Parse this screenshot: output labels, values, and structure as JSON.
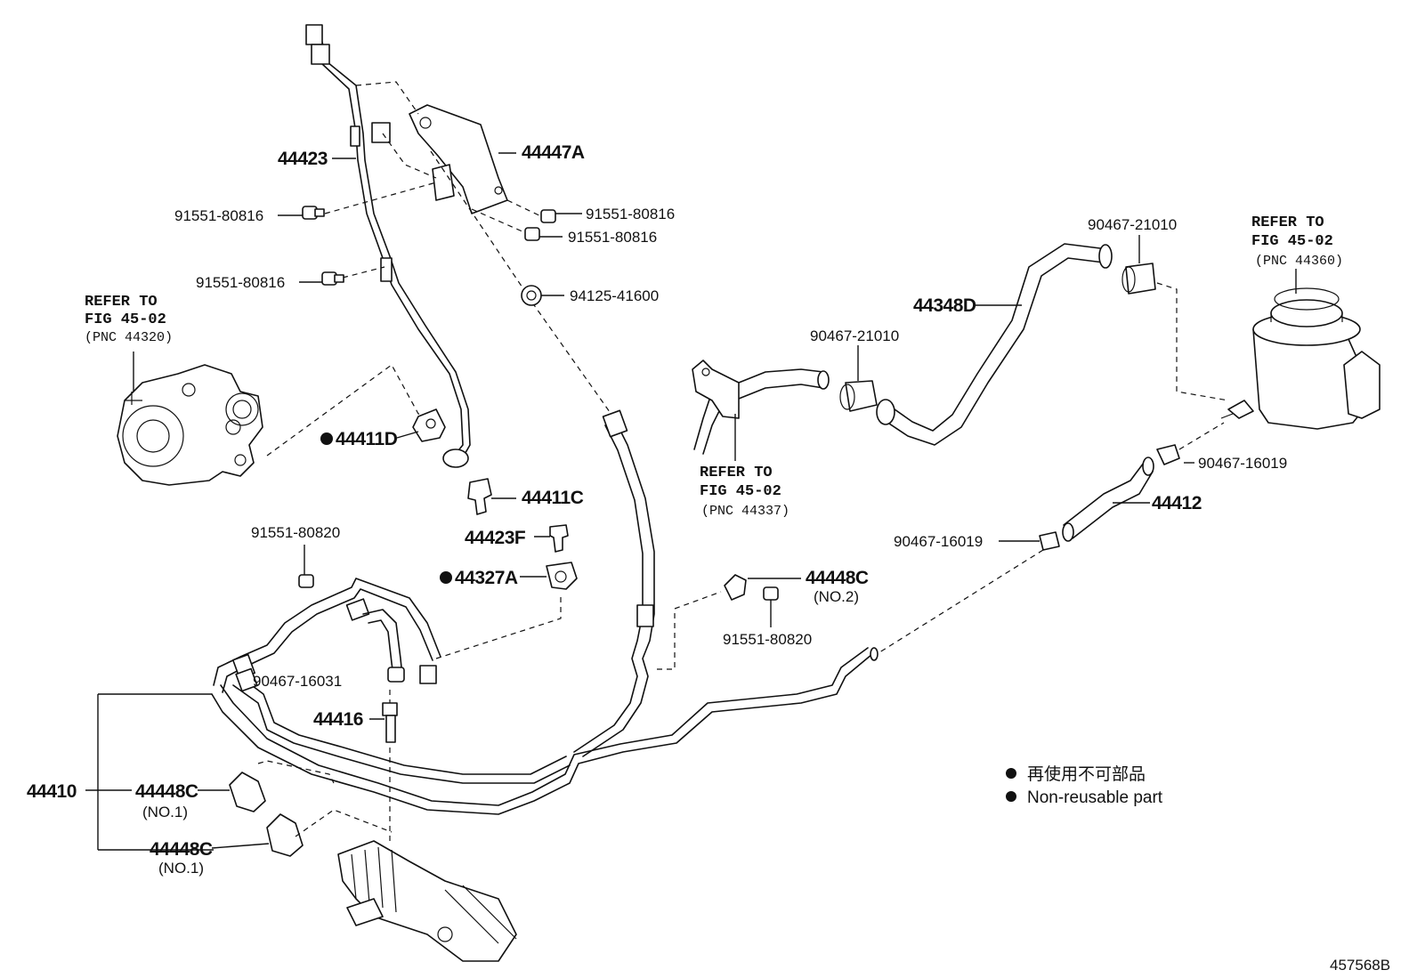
{
  "parts": {
    "p44423": "44423",
    "p44447A": "44447A",
    "b1": "91551-80816",
    "b2": "91551-80816",
    "b3": "91551-80816",
    "b4": "91551-80816",
    "n94125": "94125-41600",
    "p44411D": "44411D",
    "p44411C": "44411C",
    "p44423F": "44423F",
    "p44327A": "44327A",
    "b80820a": "91551-80820",
    "b80820b": "91551-80820",
    "c16031": "90467-16031",
    "p44416": "44416",
    "p44410": "44410",
    "p44448C_a": "44448C",
    "p44448C_a_no": "(NO.1)",
    "p44448C_b": "44448C",
    "p44448C_b_no": "(NO.1)",
    "p44448C_c": "44448C",
    "p44448C_c_no": "(NO.2)",
    "p44348D": "44348D",
    "c21010a": "90467-21010",
    "c21010b": "90467-21010",
    "c16019a": "90467-16019",
    "c16019b": "90467-16019",
    "p44412": "44412"
  },
  "refs": {
    "pump": {
      "l1": "REFER TO",
      "l2": "FIG 45-02",
      "l3": "(PNC 44320)"
    },
    "hose": {
      "l1": "REFER TO",
      "l2": "FIG 45-02",
      "l3": "(PNC 44337)"
    },
    "tank": {
      "l1": "REFER TO",
      "l2": "FIG 45-02",
      "l3": "(PNC 44360)"
    }
  },
  "legend": {
    "line1": "再使用不可部品",
    "line2": "Non-reusable part"
  },
  "diagram_id": "457568B"
}
